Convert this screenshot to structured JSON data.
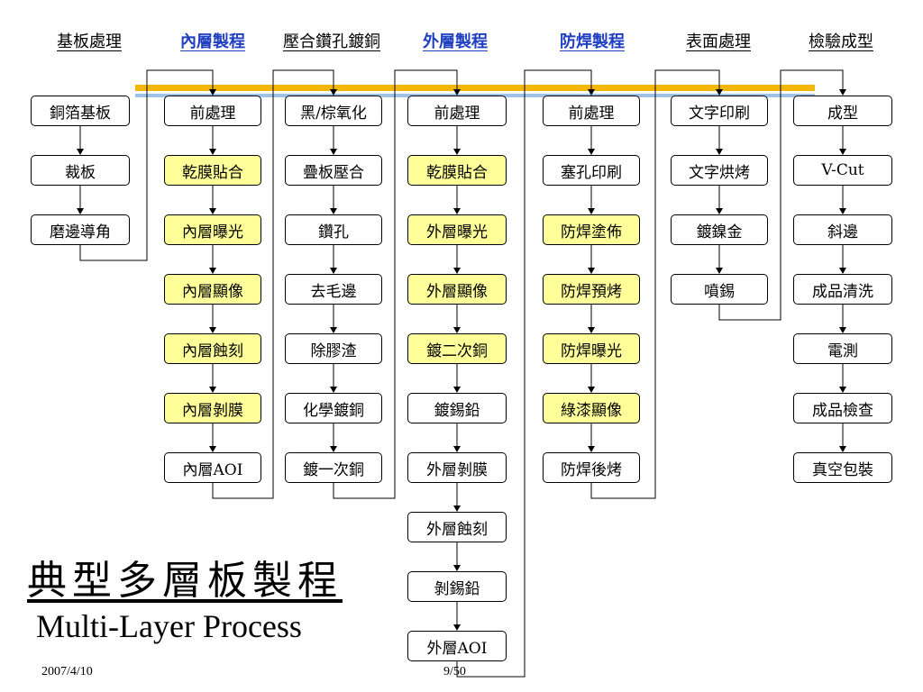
{
  "headers": [
    "基板處理",
    "內層製程",
    "壓合鑽孔鍍銅",
    "外層製程",
    "防焊製程",
    "表面處理",
    "檢驗成型"
  ],
  "columns": [
    {
      "steps": [
        {
          "label": "銅箔基板",
          "hl": false
        },
        {
          "label": "裁板",
          "hl": false
        },
        {
          "label": "磨邊導角",
          "hl": false
        }
      ]
    },
    {
      "steps": [
        {
          "label": "前處理",
          "hl": false
        },
        {
          "label": "乾膜貼合",
          "hl": true
        },
        {
          "label": "內層曝光",
          "hl": true
        },
        {
          "label": "內層顯像",
          "hl": true
        },
        {
          "label": "內層蝕刻",
          "hl": true
        },
        {
          "label": "內層剝膜",
          "hl": true
        },
        {
          "label": "內層AOI",
          "hl": false
        }
      ]
    },
    {
      "steps": [
        {
          "label": "黑/棕氧化",
          "hl": false
        },
        {
          "label": "疊板壓合",
          "hl": false
        },
        {
          "label": "鑽孔",
          "hl": false
        },
        {
          "label": "去毛邊",
          "hl": false
        },
        {
          "label": "除膠渣",
          "hl": false
        },
        {
          "label": "化學鍍銅",
          "hl": false
        },
        {
          "label": "鍍一次銅",
          "hl": false
        }
      ]
    },
    {
      "steps": [
        {
          "label": "前處理",
          "hl": false
        },
        {
          "label": "乾膜貼合",
          "hl": true
        },
        {
          "label": "外層曝光",
          "hl": true
        },
        {
          "label": "外層顯像",
          "hl": true
        },
        {
          "label": "鍍二次銅",
          "hl": true
        },
        {
          "label": "鍍錫鉛",
          "hl": false
        },
        {
          "label": "外層剝膜",
          "hl": false
        },
        {
          "label": "外層蝕刻",
          "hl": false
        },
        {
          "label": "剝錫鉛",
          "hl": false
        },
        {
          "label": "外層AOI",
          "hl": false
        }
      ]
    },
    {
      "steps": [
        {
          "label": "前處理",
          "hl": false
        },
        {
          "label": "塞孔印刷",
          "hl": false
        },
        {
          "label": "防焊塗佈",
          "hl": true
        },
        {
          "label": "防焊預烤",
          "hl": true
        },
        {
          "label": "防焊曝光",
          "hl": true
        },
        {
          "label": "綠漆顯像",
          "hl": true
        },
        {
          "label": "防焊後烤",
          "hl": false
        }
      ]
    },
    {
      "steps": [
        {
          "label": "文字印刷",
          "hl": false
        },
        {
          "label": "文字烘烤",
          "hl": false
        },
        {
          "label": "鍍鎳金",
          "hl": false
        },
        {
          "label": "噴錫",
          "hl": false
        }
      ]
    },
    {
      "steps": [
        {
          "label": "成型",
          "hl": false
        },
        {
          "label": "V-Cut",
          "hl": false
        },
        {
          "label": "斜邊",
          "hl": false
        },
        {
          "label": "成品清洗",
          "hl": false
        },
        {
          "label": "電測",
          "hl": false
        },
        {
          "label": "成品檢查",
          "hl": false
        },
        {
          "label": "真空包裝",
          "hl": false
        }
      ]
    }
  ],
  "title_cn": "典型多層板製程",
  "title_en": "Multi-Layer Process",
  "date": "2007/4/10",
  "page": "9/50",
  "colors": {
    "highlight": "#ffff99",
    "header_blue": "#1f3fc0",
    "bar_gold": "#f2b705",
    "bar_blue": "#9ec3e6"
  }
}
